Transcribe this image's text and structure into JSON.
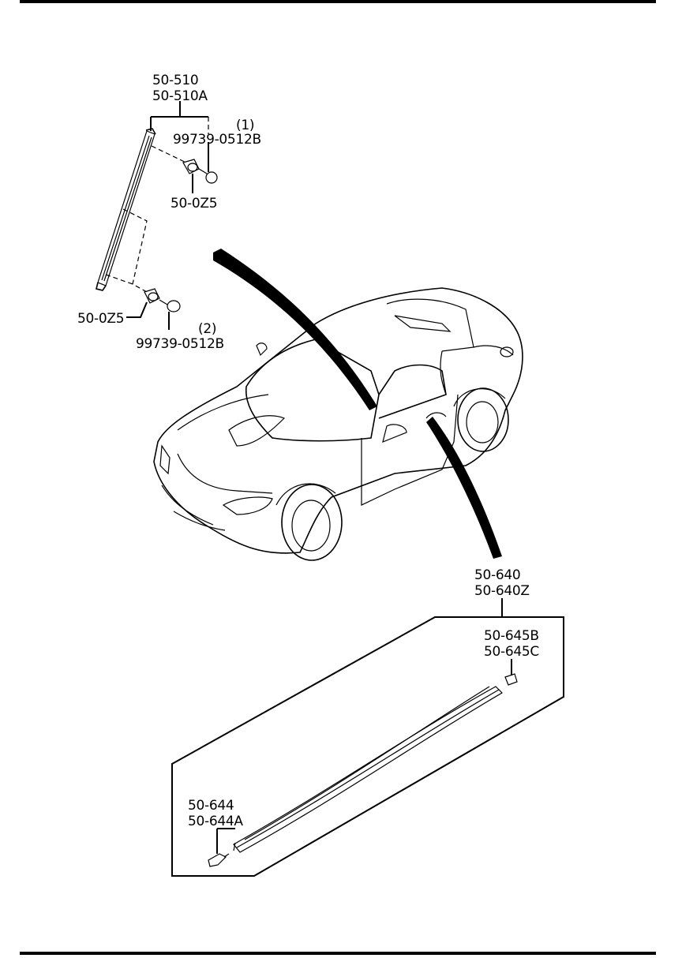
{
  "callouts": {
    "window_weatherstrip": {
      "part_a": "50-510",
      "part_b": "50-510A"
    },
    "screw_upper": {
      "index": "(1)",
      "part": "99739-0512B"
    },
    "clip_upper": {
      "part": "50-0Z5"
    },
    "clip_lower": {
      "part": "50-0Z5"
    },
    "screw_lower": {
      "index": "(2)",
      "part": "99739-0512B"
    },
    "belt_molding": {
      "part_a": "50-640",
      "part_b": "50-640Z"
    },
    "end_cap_rear": {
      "part_a": "50-645B",
      "part_b": "50-645C"
    },
    "end_cap_front": {
      "part_a": "50-644",
      "part_b": "50-644A"
    }
  }
}
